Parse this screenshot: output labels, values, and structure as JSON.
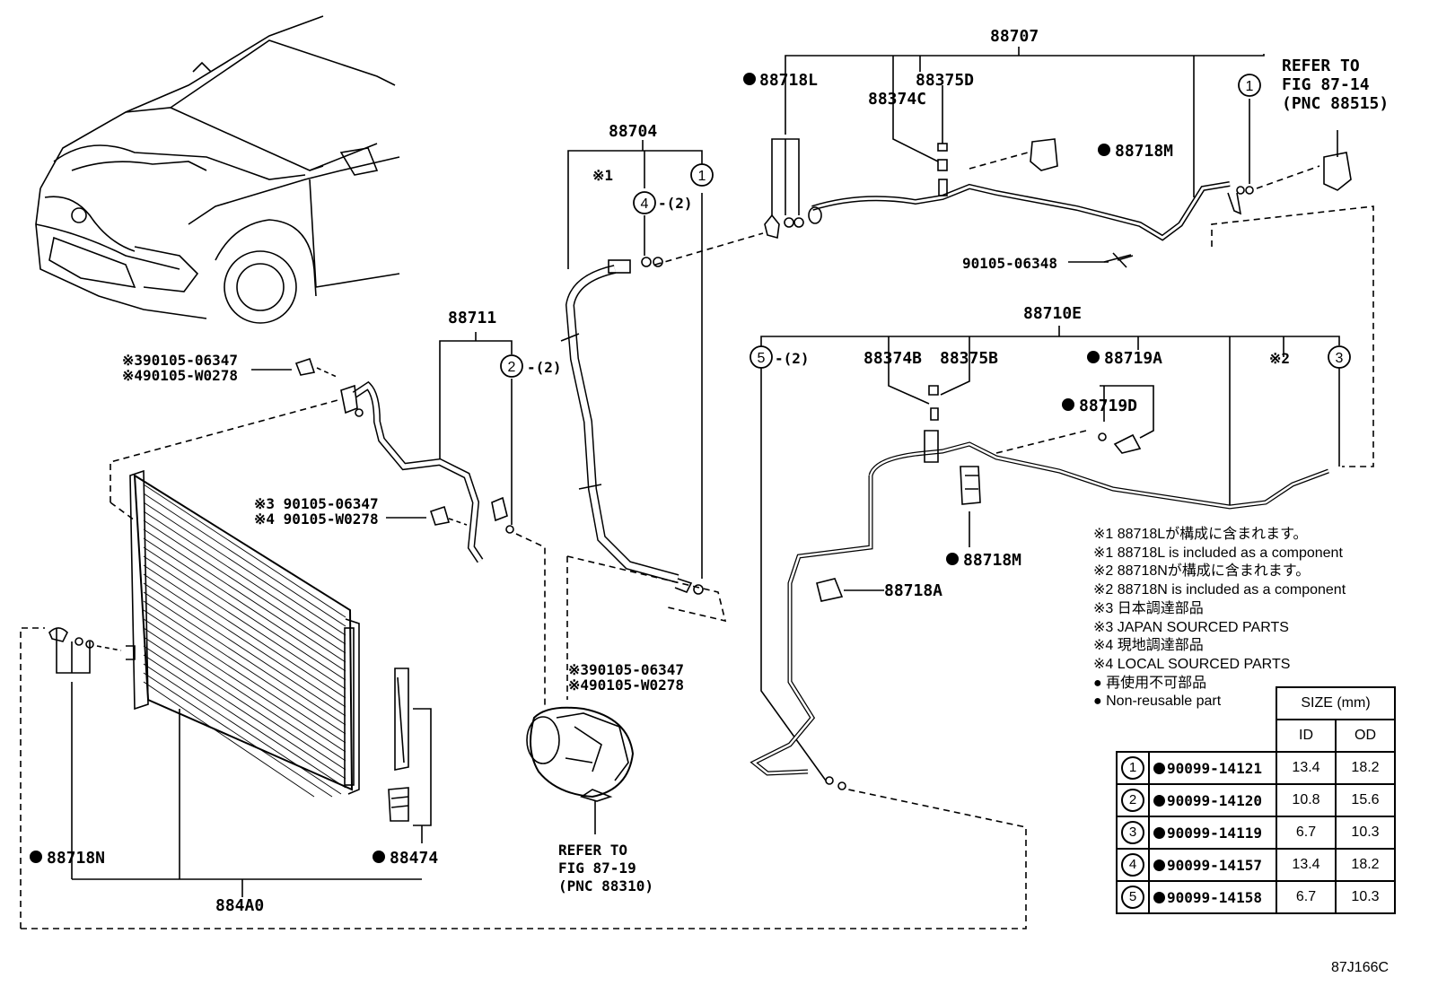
{
  "labels": {
    "p88707": "88707",
    "p88718L": "88718L",
    "p88375D": "88375D",
    "p88374C": "88374C",
    "p88718M_top": "88718M",
    "refer_top": [
      "REFER TO",
      "FIG 87-14",
      "(PNC 88515)"
    ],
    "p88704": "88704",
    "note1_mark": "※1",
    "qty4": "-(2)",
    "bolt_top": "90105-06348",
    "p88710E": "88710E",
    "qty5": "-(2)",
    "p88374B": "88374B",
    "p88375B": "88375B",
    "p88719A": "88719A",
    "note2_mark": "※2",
    "p88719D": "88719D",
    "p88711": "88711",
    "qty2": "-(2)",
    "bolt_left_a": "※390105-06347",
    "bolt_left_b": "※490105-W0278",
    "bolt_mid_a": "※3 90105-06347",
    "bolt_mid_b": "※4 90105-W0278",
    "bolt_low_a": "※390105-06347",
    "bolt_low_b": "※490105-W0278",
    "p88718M_mid": "88718M",
    "p88718A": "88718A",
    "p88718N": "88718N",
    "p88474": "88474",
    "p884A0": "884A0",
    "refer_bottom": [
      "REFER TO",
      "FIG 87-19",
      "(PNC 88310)"
    ],
    "figure_code": "87J166C"
  },
  "callouts": [
    "1",
    "2",
    "3",
    "4",
    "5"
  ],
  "notes": [
    "※1 88718Lが構成に含まれます。",
    "※1 88718L is included as a component",
    "※2 88718Nが構成に含まれます。",
    "※2 88718N is included as a component",
    "※3 日本調達部品",
    "※3 JAPAN SOURCED PARTS",
    "※4 現地調達部品",
    "※4 LOCAL SOURCED PARTS",
    "● 再使用不可部品",
    "● Non-reusable part"
  ],
  "size_table": {
    "header": "SIZE (mm)",
    "col_id": "ID",
    "col_od": "OD",
    "rows": [
      {
        "no": "1",
        "part": "90099-14121",
        "id": "13.4",
        "od": "18.2"
      },
      {
        "no": "2",
        "part": "90099-14120",
        "id": "10.8",
        "od": "15.6"
      },
      {
        "no": "3",
        "part": "90099-14119",
        "id": "6.7",
        "od": "10.3"
      },
      {
        "no": "4",
        "part": "90099-14157",
        "id": "13.4",
        "od": "18.2"
      },
      {
        "no": "5",
        "part": "90099-14158",
        "id": "6.7",
        "od": "10.3"
      }
    ]
  }
}
